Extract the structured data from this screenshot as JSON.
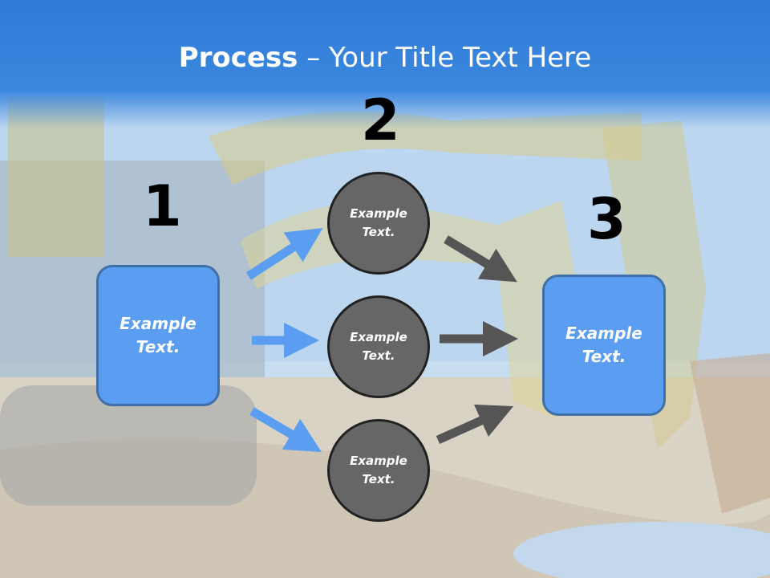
{
  "title": {
    "bold": "Process",
    "rest": " – Your Title Text Here"
  },
  "steps": {
    "one": "1",
    "two": "2",
    "three": "3"
  },
  "left_box": {
    "line1": "Example",
    "line2": "Text."
  },
  "right_box": {
    "line1": "Example",
    "line2": "Text."
  },
  "circles": [
    {
      "line1": "Example",
      "line2": "Text."
    },
    {
      "line1": "Example",
      "line2": "Text."
    },
    {
      "line1": "Example",
      "line2": "Text."
    }
  ],
  "colors": {
    "title_bar": "#3a87de",
    "box": "#5b9df0",
    "circle": "#666666",
    "blue_arrow": "#5b9df0",
    "gray_arrow": "#555555"
  }
}
